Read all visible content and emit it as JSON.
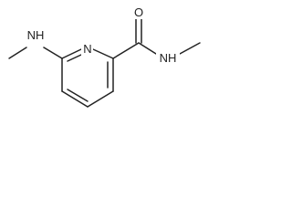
{
  "molecule": {
    "atoms": {
      "left_nh": "NH",
      "ring_n": "N",
      "carbonyl_o": "O",
      "amide_nh": "NH"
    }
  },
  "colors": {
    "ink": "#222222",
    "background": "#ffffff"
  }
}
